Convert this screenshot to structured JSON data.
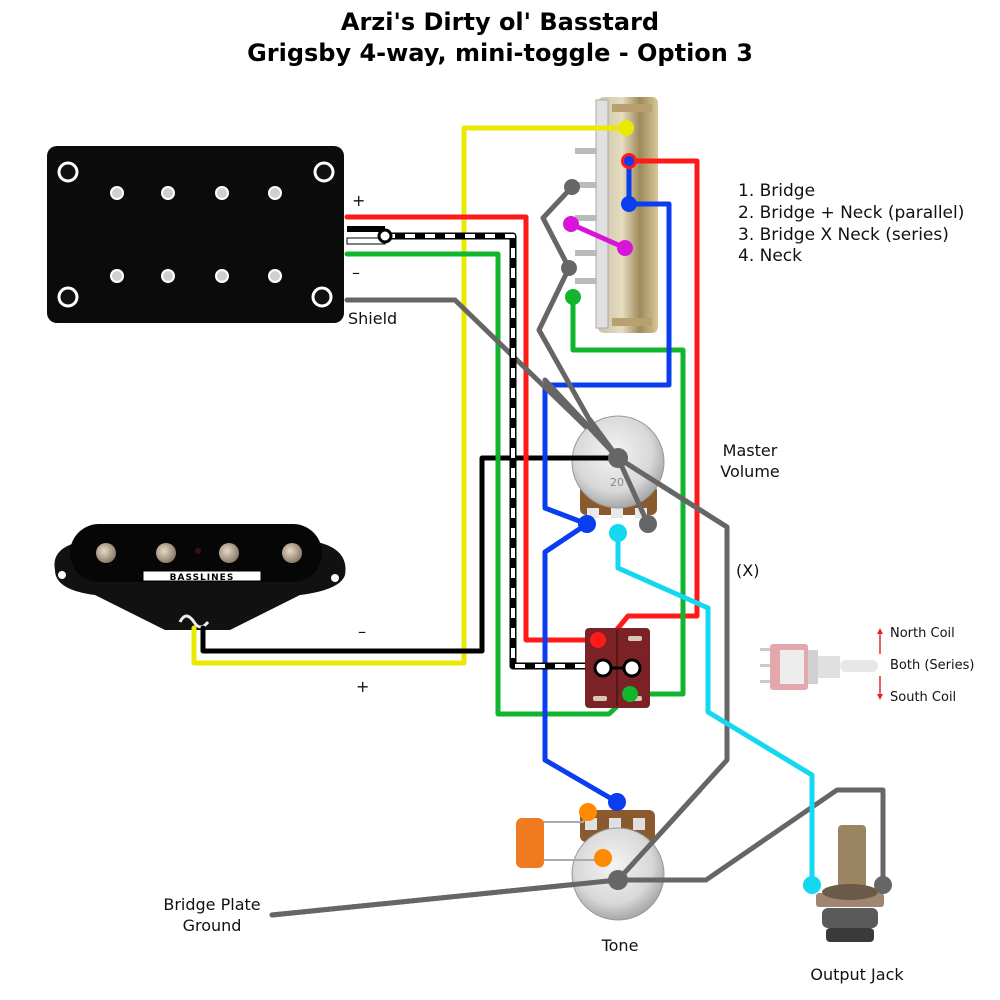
{
  "title": {
    "line1": "Arzi's Dirty ol' Basstard",
    "line2": "Grigsby 4-way, mini-toggle - Option 3"
  },
  "switch_positions": [
    "1. Bridge",
    "2. Bridge + Neck (parallel)",
    "3. Bridge X Neck (series)",
    "4. Neck"
  ],
  "toggle_legend": {
    "north": "North Coil",
    "both": "Both (Series)",
    "south": "South Coil",
    "arrow_color": "#e8282b"
  },
  "humbucker": {
    "plus": "+",
    "minus": "–",
    "shield": "Shield"
  },
  "single_coil": {
    "brand": "BASSLINES",
    "minus": "–",
    "plus": "+"
  },
  "labels": {
    "master_volume_1": "Master",
    "master_volume_2": "Volume",
    "x_marker": "(X)",
    "tone": "Tone",
    "output_jack": "Output Jack",
    "bridge_ground_1": "Bridge Plate",
    "bridge_ground_2": "Ground",
    "pot_marking": "20"
  },
  "wire_colors": {
    "red": "#ff1a1a",
    "green": "#11b52e",
    "yellow": "#eaea00",
    "blue": "#0a3cf0",
    "gray": "#666666",
    "black": "#000000",
    "magenta": "#d814d8",
    "cyan": "#14d8f0",
    "orange": "#ff8a00"
  }
}
